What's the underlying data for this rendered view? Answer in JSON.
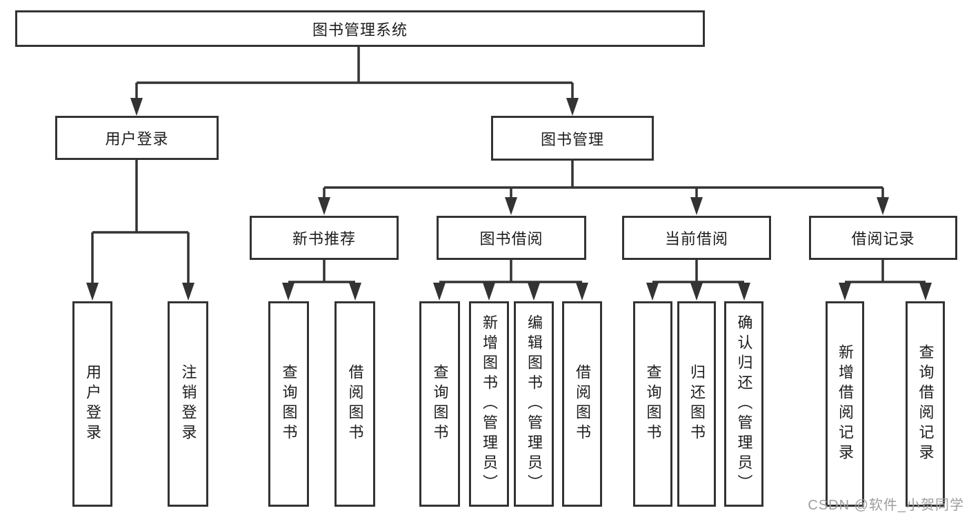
{
  "diagram_type": "hierarchy",
  "root": {
    "label": "图书管理系统"
  },
  "branches": [
    {
      "label": "用户登录",
      "children": [
        {
          "label": "用户登录"
        },
        {
          "label": "注销登录"
        }
      ]
    },
    {
      "label": "图书管理",
      "children": [
        {
          "label": "新书推荐",
          "children": [
            {
              "label": "查询图书"
            },
            {
              "label": "借阅图书"
            }
          ]
        },
        {
          "label": "图书借阅",
          "children": [
            {
              "label": "查询图书"
            },
            {
              "label": "新增图书（管理员）"
            },
            {
              "label": "编辑图书（管理员）"
            },
            {
              "label": "借阅图书"
            }
          ]
        },
        {
          "label": "当前借阅",
          "children": [
            {
              "label": "查询图书"
            },
            {
              "label": "归还图书"
            },
            {
              "label": "确认归还（管理员）"
            }
          ]
        },
        {
          "label": "借阅记录",
          "children": [
            {
              "label": "新增借阅记录"
            },
            {
              "label": "查询借阅记录"
            }
          ]
        }
      ]
    }
  ],
  "watermark": "CSDN @软件_小贺同学",
  "colors": {
    "line": "#333333",
    "text": "#1d1d1d",
    "watermark": "#9e9e9e"
  }
}
